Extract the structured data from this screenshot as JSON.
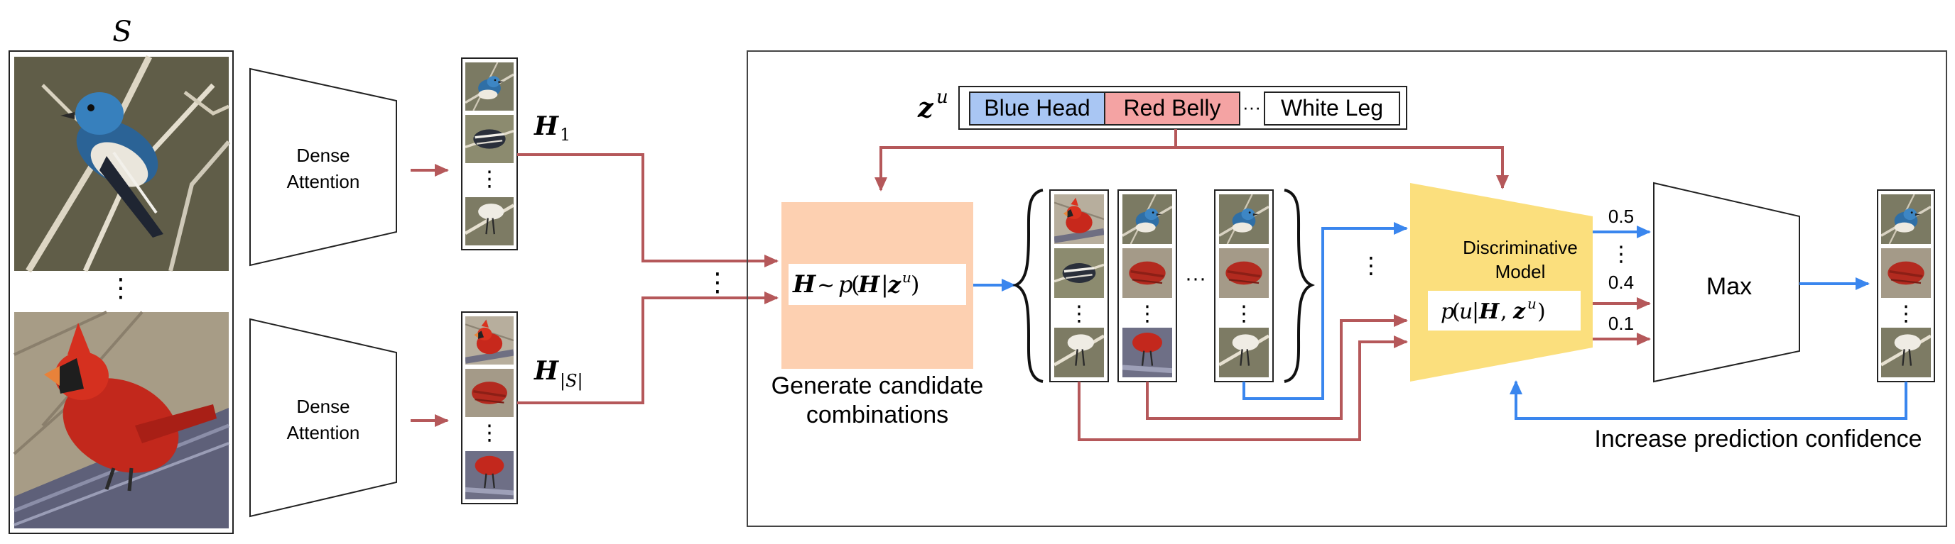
{
  "set_label": "S",
  "left_ellipsis": "⋮",
  "encoder_label_line1": "Dense",
  "encoder_label_line2": "Attention",
  "h1_label": "H",
  "h1_sub": "1",
  "hs_label": "H",
  "hs_sub": "|S|",
  "middle_ellipsis": "⋮",
  "strip_ellipsis": "⋮",
  "zu": {
    "symbol": "z",
    "sup": "u"
  },
  "attributes": [
    {
      "label": "Blue Head",
      "color": "#a9c6f3"
    },
    {
      "label": "Red Belly",
      "color": "#f4a3a3"
    },
    {
      "label": "White Leg",
      "color": "#ffffff"
    }
  ],
  "attr_gap": "···",
  "sampler": {
    "formula": "H ∼ p(H|z^u)",
    "caption_line1": "Generate candidate",
    "caption_line2": "combinations",
    "color": "#fdd0b1"
  },
  "candidates_gap": "···",
  "candidates_ellipsis": "⋮",
  "discriminator": {
    "title_line1": "Discriminative",
    "title_line2": "Model",
    "formula": "p(u|H, z^u)",
    "color": "#fbdf7d"
  },
  "scores": [
    "0.5",
    "0.4",
    "0.1"
  ],
  "score_ellipsis": "⋮",
  "max_label": "Max",
  "feedback_label": "Increase prediction confidence",
  "colors": {
    "red_arrow": "#b5585a",
    "blue_arrow": "#3a86ee",
    "blue_bird": "#3f7fb0",
    "red_bird": "#c62d1f"
  }
}
